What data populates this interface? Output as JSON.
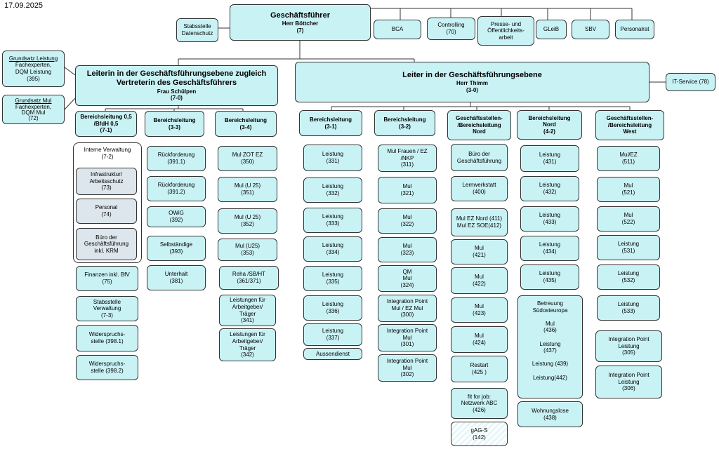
{
  "date": "17.09.2025",
  "ceo": {
    "title": "Geschäftsführer",
    "name": "Herr Böttcher",
    "code": "(7)"
  },
  "staff_left": {
    "text": "Stabsstelle\nDatenschutz"
  },
  "staff_right": [
    {
      "text": "BCA"
    },
    {
      "text": "Controlling\n(70)"
    },
    {
      "text": "Presse- und\nÖffentlichkeits-\narbeit"
    },
    {
      "text": "GLeiB"
    },
    {
      "text": "SBV"
    },
    {
      "text": "Personalrat"
    }
  ],
  "left_deputy": {
    "title": "Leiterin in der Geschäftsführungsebene zugleich\nVertreterin des Geschäftsführers",
    "name": "Frau Schülpen",
    "code": "(7-0)"
  },
  "right_head": {
    "title": "Leiter in der Geschäftsführungsebene",
    "name": "Herr Thimm",
    "code": "(3-0)"
  },
  "grundsatz_leistung": {
    "title": "Grundsatz Leistung",
    "text": "Fachexperten,\nDQM Leistung\n(395)"
  },
  "grundsatz_mul": {
    "title": "Grundsatz Mul",
    "text": "Fachexperten,\nDQM Mul\n(72)"
  },
  "it_service": {
    "text": "IT-Service (78)"
  },
  "columns": [
    {
      "header": "Bereichsleitung 0,5\n/BfdH 0,5\n(7-1)",
      "intern_title": "Interne Verwaltung\n(7-2)",
      "intern_items": [
        "Infrastruktur/\nArbeitsschutz\n(73)",
        "Personal\n(74)",
        "Büro der\nGeschäftsführung\ninkl. KRM"
      ],
      "items": [
        "Finanzen inkl. BfV\n(75)",
        "Stabsstelle\nVerwaltung\n(7-3)",
        "Widerspruchs-\nstelle (398.1)",
        "Widerspruchs-\nstelle (398.2)"
      ]
    },
    {
      "header": "Bereichsleitung\n(3-3)",
      "items": [
        "Rückforderung\n(391.1)",
        "Rückforderung\n(391.2)",
        "OWiG\n(392)",
        "Selbständige\n(393)",
        "Unterhalt\n(381)"
      ]
    },
    {
      "header": "Bereichsleitung\n(3-4)",
      "items": [
        "Mul ZOT EZ\n(350)",
        "Mul (U 25)\n(351)",
        "Mul (U 25)\n(352)",
        "Mul  (U25)\n(353)",
        "Reha /SB/HT\n(361/371)",
        "Leistungen für\nArbeitgeber/\nTräger\n(341)",
        "Leistungen für\nArbeitgeber/\nTräger\n(342)"
      ]
    },
    {
      "header": "Bereichsleitung\n(3-1)",
      "items": [
        "Leistung\n(331)",
        "Leistung\n(332)",
        "Leistung\n(333)",
        "Leistung\n(334)",
        "Leistung\n(335)",
        "Leistung\n(336)",
        "Leistung\n(337)",
        "Aussendienst"
      ]
    },
    {
      "header": "Bereichsleitung\n(3-2)",
      "items": [
        "Mul Frauen / EZ\n/NKP\n(311)",
        "Mul\n(321)",
        "Mul\n(322)",
        "Mul\n(323)",
        "QM\nMul\n(324)",
        "Integration Point\nMul / EZ Mul\n(300)",
        "Integration Point\nMul\n(301)",
        "Integration Point\nMul\n(302)"
      ]
    },
    {
      "header": "Geschäftsstellen-\n/Bereichsleitung\nNord",
      "items": [
        "Büro der\nGeschäftsführung",
        "Lernwerkstatt\n(400)",
        "Mul EZ Nord (411)\nMul EZ SOE(412)",
        "Mul\n(421)",
        "Mul\n(422)",
        "Mul\n(423)",
        "Mul\n(424)",
        "Restart\n(425 )",
        "fit for job:\nNetzwerk ABC\n(426)",
        "gAG-S\n(142)"
      ]
    },
    {
      "header": "Bereichsleitung\nNord\n(4-2)",
      "items": [
        "Leistung\n(431)",
        "Leistung\n(432)",
        "Leistung\n(433)",
        "Leistung\n(434)",
        "Leistung\n(435)",
        "Betreuung\nSüdosteuropa\n\nMul\n(436)\n\nLeistung\n(437)\n\nLeistung (439)\n\nLeistung(442)",
        "Wohnungslose\n(438)"
      ]
    },
    {
      "header": "Geschäftsstellen-\n/Bereichsleitung\nWest",
      "items": [
        "Mul/EZ\n(511)",
        "Mul\n(521)",
        "Mul\n(522)",
        "Leistung\n(531)",
        "Leistung\n(532)",
        "Leistung\n(533)",
        "Integration Point\nLeistung\n(305)",
        "Integration Point\nLeistung\n(306)"
      ]
    }
  ]
}
